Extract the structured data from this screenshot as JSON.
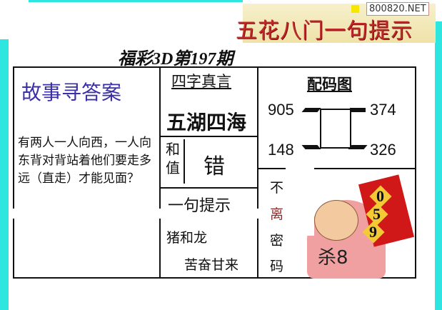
{
  "banner": {
    "text": "五花八门一句提示"
  },
  "watermark": {
    "text": "800820.NET"
  },
  "title": "福彩3D第197期",
  "story": {
    "heading": "故事寻答案",
    "text": "有两人一人向西，一人向东背对背站着他们要走多远（直走）才能见面？"
  },
  "four_words": {
    "heading": "四字真言",
    "value": "五湖四海"
  },
  "sum": {
    "label": "和值",
    "value": "错"
  },
  "hint": {
    "heading": "一句提示",
    "line1": "猪和龙",
    "line2": "苦奋甘来"
  },
  "pairing": {
    "heading": "配码图",
    "numbers": [
      "905",
      "374",
      "148",
      "326"
    ]
  },
  "secret": {
    "chars": [
      "不",
      "离",
      "密",
      "码"
    ]
  },
  "flag": {
    "digits": [
      "0",
      "5",
      "9"
    ],
    "kill": "杀8"
  },
  "colors": {
    "accent_cyan": "#2ee6e0",
    "banner_red": "#c0282a",
    "heading_blue": "#3a2fa8",
    "flag_red": "#d01818"
  }
}
